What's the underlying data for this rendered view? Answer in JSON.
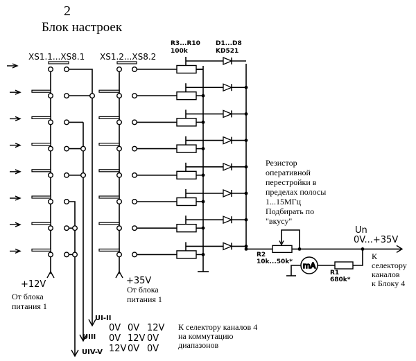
{
  "header": {
    "number": "2",
    "title": "Блок настроек"
  },
  "connectors": {
    "group1": "XS1.1...XS8.1",
    "group2": "XS1.2...XS8.2",
    "rows": 8
  },
  "components": {
    "resistors_array": {
      "ref": "R3...R10",
      "value": "100k"
    },
    "diodes": {
      "ref": "D1...D8",
      "value": "KD521"
    },
    "r2": {
      "ref": "R2",
      "value": "10k...50k*"
    },
    "r1": {
      "ref": "R1",
      "value": "680k*"
    },
    "meter": {
      "label": "mA"
    }
  },
  "notes": {
    "r2_note": [
      "Резистор",
      "оперативной",
      "перестройки в",
      "пределах полосы",
      "1...15МГц",
      "Подбирать по",
      "\"вкусу\""
    ],
    "output_label": "Un",
    "output_range": "0V...+35V",
    "output_dest": [
      "К",
      "селектору",
      "каналов",
      "к Блоку 4"
    ]
  },
  "power": {
    "v12": "+12V",
    "v12_src": [
      "От блока",
      "питания 1"
    ],
    "v35": "+35V",
    "v35_src": [
      "От блока",
      "питания 1"
    ]
  },
  "band_outputs": {
    "labels": [
      "UI-II",
      "UIII",
      "UIV-V"
    ],
    "table": [
      [
        "0V",
        "0V",
        "12V"
      ],
      [
        "0V",
        "12V",
        "0V"
      ],
      [
        "12V",
        "0V",
        "0V"
      ]
    ],
    "dest": [
      "К селектору каналов 4",
      "на коммутацию",
      "диапазонов"
    ]
  }
}
